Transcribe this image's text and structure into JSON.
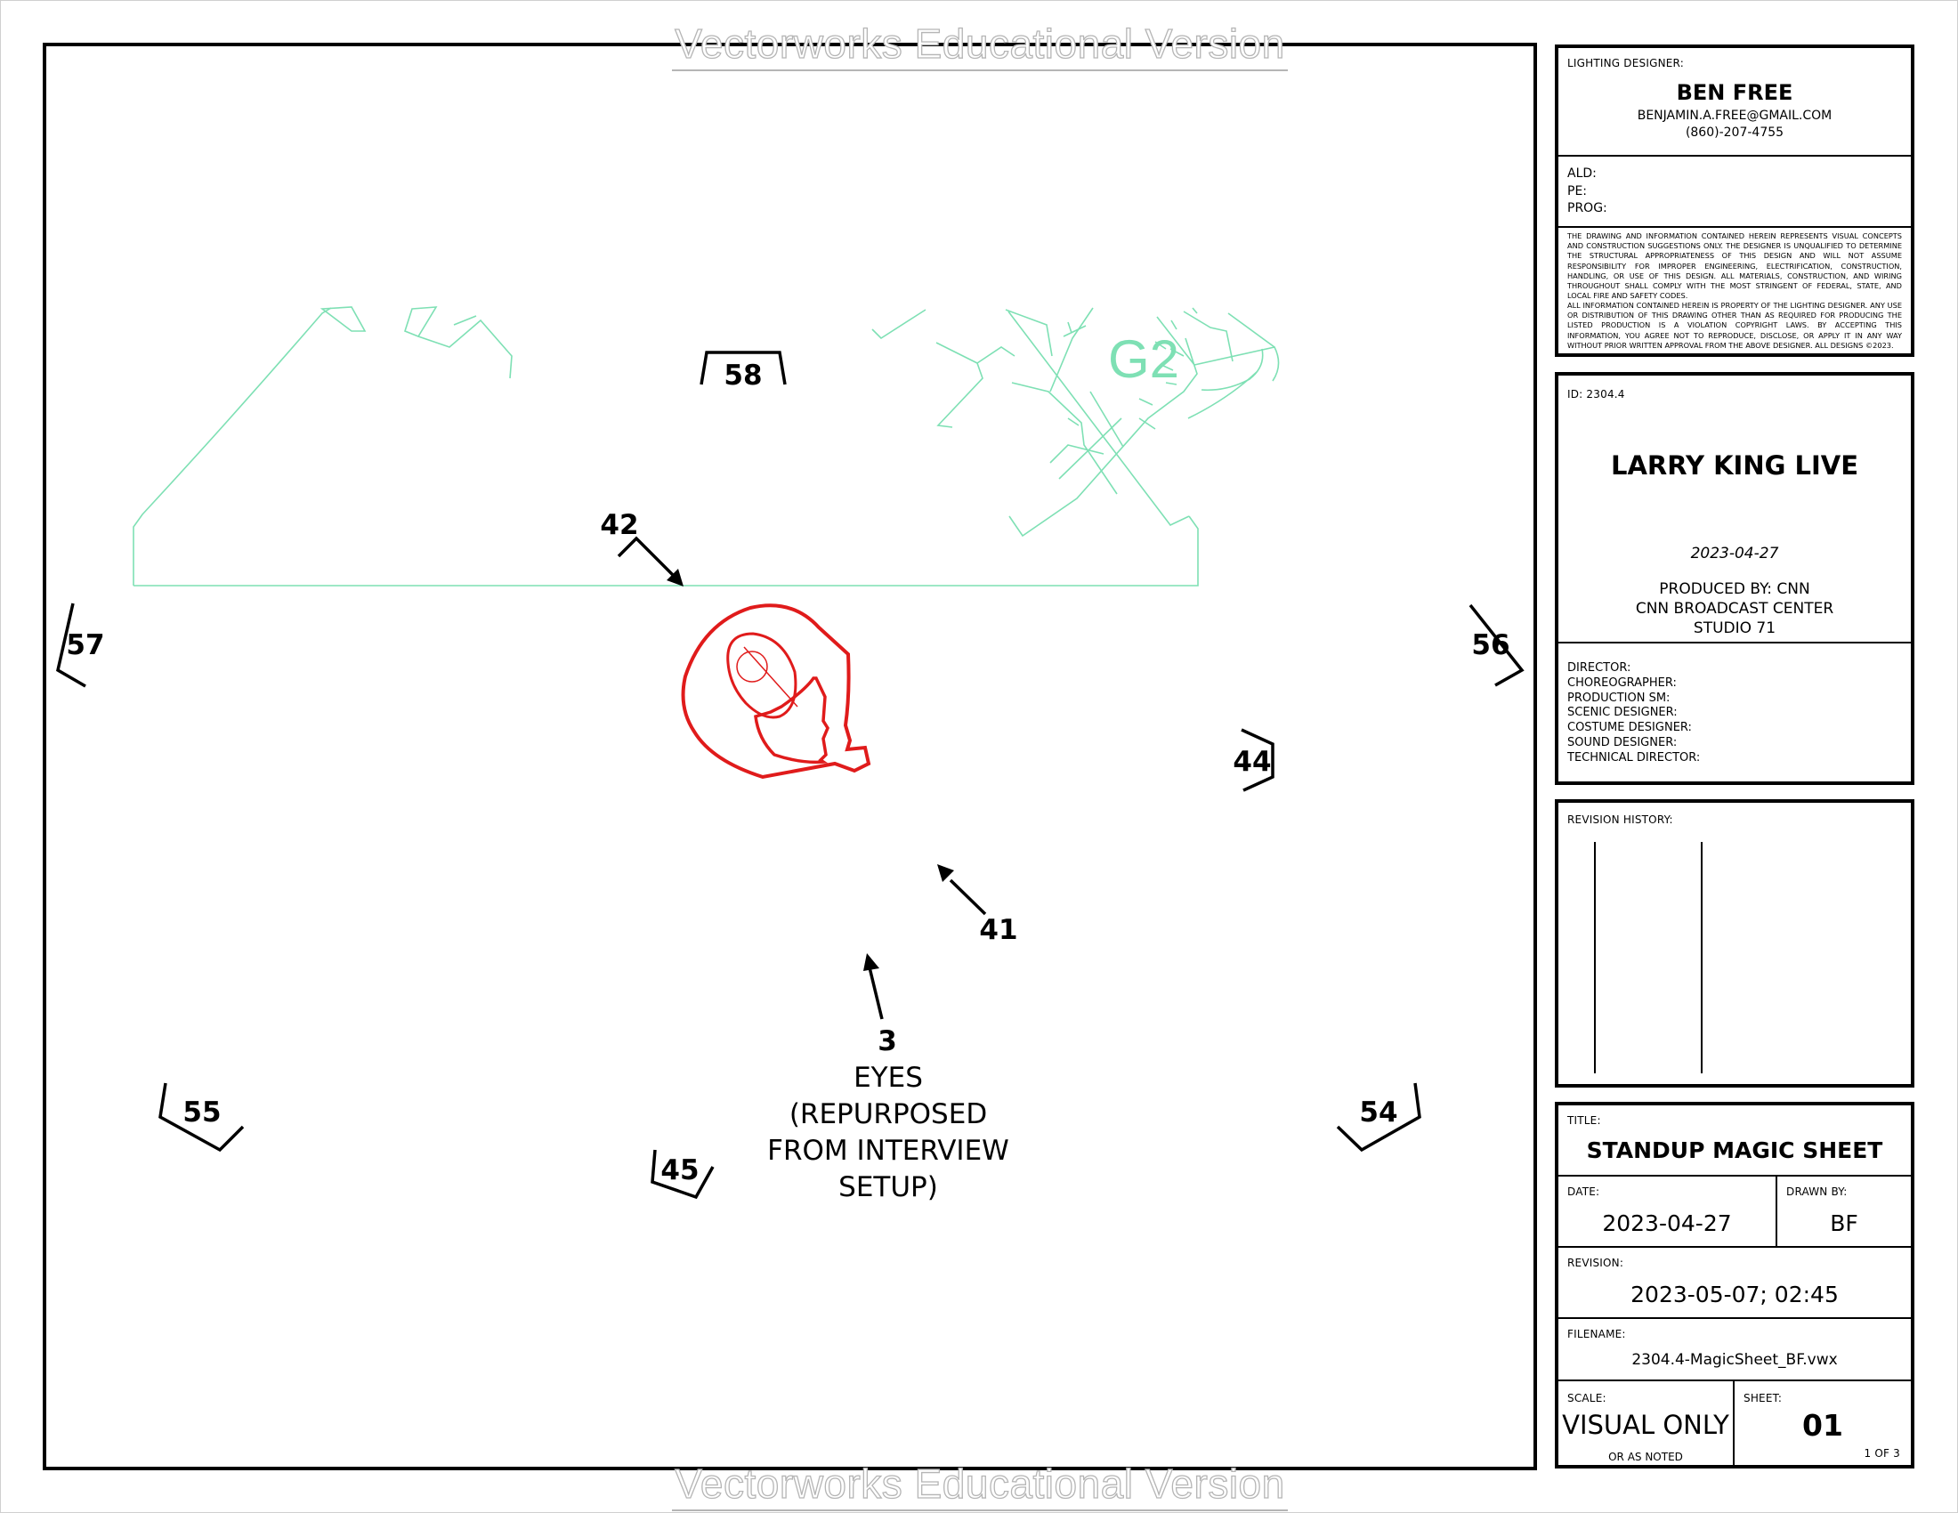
{
  "watermark": "Vectorworks Educational Version",
  "plot": {
    "positions": [
      {
        "id": "p58",
        "label": "58"
      },
      {
        "id": "p57",
        "label": "57"
      },
      {
        "id": "p56",
        "label": "56"
      },
      {
        "id": "p44",
        "label": "44"
      },
      {
        "id": "p55",
        "label": "55"
      },
      {
        "id": "p54",
        "label": "54"
      },
      {
        "id": "p45",
        "label": "45"
      }
    ],
    "arrows": [
      {
        "id": "a42",
        "label": "42"
      },
      {
        "id": "a41",
        "label": "41"
      },
      {
        "id": "a3",
        "label": "3"
      }
    ],
    "note_lines": [
      "EYES",
      "(REPURPOSED",
      "FROM INTERVIEW",
      "SETUP)"
    ],
    "scenery_label": "G2",
    "colors": {
      "scenery": "#7ee0b4",
      "performer": "#e01b1b",
      "ink": "#000000"
    }
  },
  "title_block": {
    "designer": {
      "label": "LIGHTING DESIGNER:",
      "name": "BEN FREE",
      "email": "BENJAMIN.A.FREE@GMAIL.COM",
      "phone": "(860)-207-4755"
    },
    "assistants": [
      "ALD:",
      "PE:",
      "PROG:"
    ],
    "disclaimer": [
      "THE DRAWING AND INFORMATION CONTAINED HEREIN REPRESENTS VISUAL CONCEPTS AND CONSTRUCTION SUGGESTIONS ONLY. THE DESIGNER IS UNQUALIFIED TO DETERMINE THE STRUCTURAL APPROPRIATENESS OF THIS DESIGN AND WILL NOT ASSUME RESPONSIBILITY FOR IMPROPER ENGINEERING, ELECTRIFICATION, CONSTRUCTION, HANDLING, OR USE OF THIS DESIGN. ALL MATERIALS, CONSTRUCTION, AND WIRING THROUGHOUT SHALL COMPLY WITH THE MOST STRINGENT OF FEDERAL, STATE, AND LOCAL FIRE AND SAFETY CODES.",
      "ALL INFORMATION CONTAINED HEREIN IS PROPERTY OF THE LIGHTING DESIGNER. ANY USE OR DISTRIBUTION OF THIS DRAWING OTHER THAN AS REQUIRED FOR PRODUCING THE LISTED PRODUCTION IS A VIOLATION COPYRIGHT LAWS. BY ACCEPTING THIS INFORMATION, YOU AGREE NOT TO REPRODUCE, DISCLOSE, OR APPLY IT IN ANY WAY WITHOUT PRIOR WRITTEN APPROVAL FROM THE ABOVE DESIGNER. ALL DESIGNS ©2023."
    ],
    "production": {
      "id": "ID: 2304.4",
      "name": "LARRY KING LIVE",
      "date": "2023-04-27",
      "produced_by": "PRODUCED BY: CNN",
      "venue": "CNN BROADCAST CENTER",
      "studio": "STUDIO 71"
    },
    "team": [
      "DIRECTOR:",
      "CHOREOGRAPHER:",
      "PRODUCTION SM:",
      "SCENIC DESIGNER:",
      "COSTUME DESIGNER:",
      "SOUND DESIGNER:",
      "TECHNICAL DIRECTOR:"
    ],
    "revision_history_label": "REVISION HISTORY:",
    "sheet": {
      "title_label": "TITLE:",
      "title": "STANDUP MAGIC SHEET",
      "date_label": "DATE:",
      "date": "2023-04-27",
      "drawn_by_label": "DRAWN BY:",
      "drawn_by": "BF",
      "revision_label": "REVISION:",
      "revision": "2023-05-07; 02:45",
      "filename_label": "FILENAME:",
      "filename": "2304.4-MagicSheet_BF.vwx",
      "scale_label": "SCALE:",
      "scale": "VISUAL ONLY",
      "scale_note": "OR AS NOTED",
      "sheet_label": "SHEET:",
      "sheet_number": "01",
      "sheet_count": "1 OF 3"
    }
  }
}
